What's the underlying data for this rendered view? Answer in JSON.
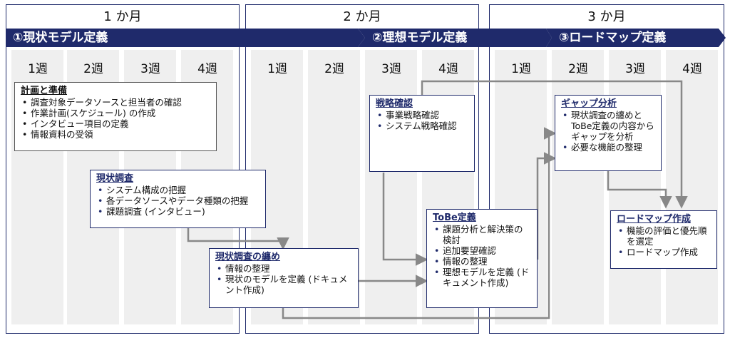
{
  "months": [
    "1 か月",
    "2 か月",
    "3 か月"
  ],
  "phases": [
    "①現状モデル定義",
    "②理想モデル定義",
    "③ロードマップ定義"
  ],
  "weeks": [
    "1週",
    "2週",
    "3週",
    "4週"
  ],
  "colors": {
    "navy": "#1f2a6b",
    "column": "#efefef",
    "arrow": "#888888"
  },
  "boxes": {
    "plan": {
      "title": "計画と準備",
      "items": [
        "調査対象データソースと担当者の確認",
        "作業計画(スケジュール) の作成",
        "インタビュー項目の定義",
        "情報資料の受領"
      ]
    },
    "current": {
      "title": "現状調査",
      "items": [
        "システム構成の把握",
        "各データソースやデータ種類の把握",
        "課題調査 (インタビュー)"
      ]
    },
    "current_summary": {
      "title": "現状調査の纏め",
      "items": [
        "情報の整理",
        "現状のモデルを定義 (ドキュメント作成)"
      ]
    },
    "strategy": {
      "title": "戦略確認",
      "items": [
        "事業戦略確認",
        "システム戦略確認"
      ]
    },
    "tobe": {
      "title": "ToBe定義",
      "items": [
        "課題分析と解決策の検討",
        "追加要望確認",
        "情報の整理",
        "理想モデルを定義 (ドキュメント作成)"
      ]
    },
    "gap": {
      "title": "ギャップ分析",
      "items": [
        "現状調査の纏めとToBe定義の内容からギャップを分析",
        "必要な機能の整理"
      ]
    },
    "roadmap": {
      "title": "ロードマップ作成",
      "items": [
        "機能の評価と優先順を選定",
        "ロードマップ作成"
      ]
    }
  }
}
